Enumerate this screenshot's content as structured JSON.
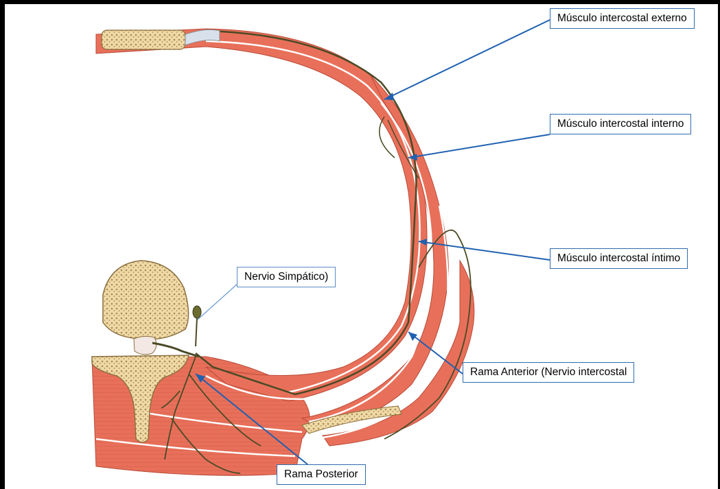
{
  "labels": {
    "externo": "Músculo intercostal externo",
    "interno": "Músculo intercostal interno",
    "intimo": "Músculo intercostal íntimo",
    "simpatico": "Nervio Simpático)",
    "anterior": "Rama Anterior (Nervio intercostal",
    "posterior": "Rama Posterior"
  },
  "colors": {
    "muscle": "#e8705a",
    "muscle_dark": "#c9503e",
    "bone": "#efd9a6",
    "bone_dots": "#a88a52",
    "nerve": "#4a4a26",
    "leader": "#2060b0",
    "label_border": "#2e6aad"
  }
}
